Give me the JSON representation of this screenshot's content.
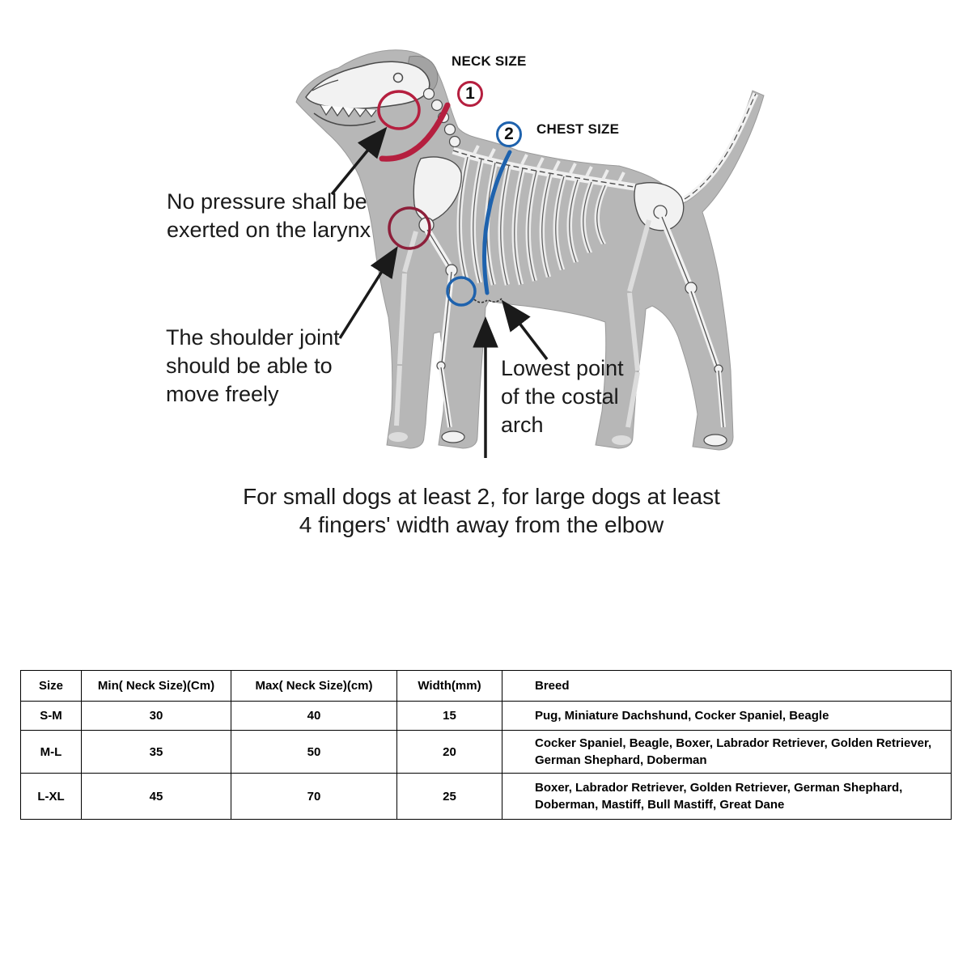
{
  "diagram": {
    "annotations": {
      "neck_size_label": "NECK SIZE",
      "neck_size_number": "1",
      "chest_size_label": "CHEST SIZE",
      "chest_size_number": "2",
      "larynx_note": [
        "No pressure shall be",
        "exerted on the larynx"
      ],
      "shoulder_note": [
        "The shoulder joint",
        "should be able to",
        "move freely"
      ],
      "costal_note": [
        "Lowest point",
        "of the costal",
        "arch"
      ],
      "finger_note": [
        "For small dogs at least 2, for large dogs at least",
        "4 fingers' width away from the elbow"
      ]
    },
    "colors": {
      "neck_accent": "#b51f3f",
      "chest_accent": "#1e62ad",
      "body_gray": "#b7b7b7",
      "bone_white": "#f2f2f2",
      "text": "#1a1a1a"
    }
  },
  "table": {
    "headers": [
      "Size",
      "Min( Neck Size)(Cm)",
      "Max( Neck Size)(cm)",
      "Width(mm)",
      "Breed"
    ],
    "rows": [
      {
        "size": "S-M",
        "min": "30",
        "max": "40",
        "width": "15",
        "breed": "Pug, Miniature Dachshund, Cocker Spaniel, Beagle"
      },
      {
        "size": "M-L",
        "min": "35",
        "max": "50",
        "width": "20",
        "breed": "Cocker Spaniel, Beagle, Boxer, Labrador Retriever, Golden Retriever,\n German Shephard, Doberman"
      },
      {
        "size": "L-XL",
        "min": "45",
        "max": "70",
        "width": "25",
        "breed": "Boxer, Labrador Retriever, Golden Retriever, German Shephard,\nDoberman, Mastiff, Bull Mastiff, Great Dane"
      }
    ]
  }
}
